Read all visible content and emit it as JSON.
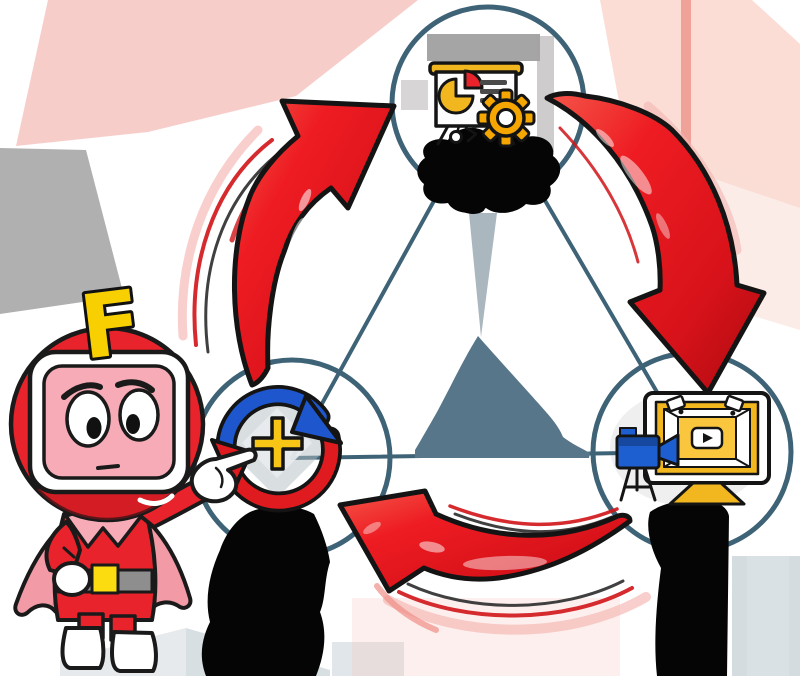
{
  "illustration": {
    "mascot": {
      "letter": "F"
    },
    "cycle": {
      "nodes": [
        {
          "id": "top",
          "icon": "presentation-analytics-icon",
          "label_state": "redacted-black-blob"
        },
        {
          "id": "bottom-right",
          "icon": "video-production-icon",
          "label_state": "redacted-black-blob"
        },
        {
          "id": "bottom-left",
          "icon": "sync-plus-icon",
          "label_state": "redacted-black-blob"
        }
      ],
      "center_label_state": "redacted-slate-blob",
      "arrows": [
        {
          "from": "bottom-left",
          "to": "top"
        },
        {
          "from": "top",
          "to": "bottom-right"
        },
        {
          "from": "bottom-right",
          "to": "bottom-left"
        }
      ]
    },
    "colors": {
      "arrow_red": "#e51a1f",
      "circle_stroke": "#3e6377",
      "connector_stroke": "#3e6377",
      "redacted_black": "#050505",
      "center_blob_slate": "#587689",
      "gold": "#f2b71e",
      "camera_blue": "#1d5fd1",
      "sync_blue": "#1e57cd",
      "sync_red": "#e01b1f",
      "plus_yellow": "#f7c515",
      "mascot_red": "#e8232b",
      "mascot_pink": "#f6abb7",
      "cape_pink": "#f29aa5",
      "letter_yellow": "#f8d002"
    }
  }
}
